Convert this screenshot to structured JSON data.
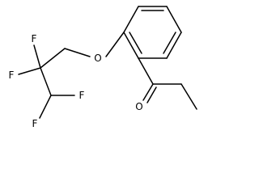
{
  "molecule": {
    "atoms": {
      "oxygen_ether": "O",
      "oxygen_carbonyl": "O",
      "fluorine_1": "F",
      "fluorine_2": "F",
      "fluorine_3": "F",
      "fluorine_4": "F"
    }
  },
  "colors": {
    "bond": "#000000",
    "label": "#000000",
    "background": "#ffffff"
  }
}
